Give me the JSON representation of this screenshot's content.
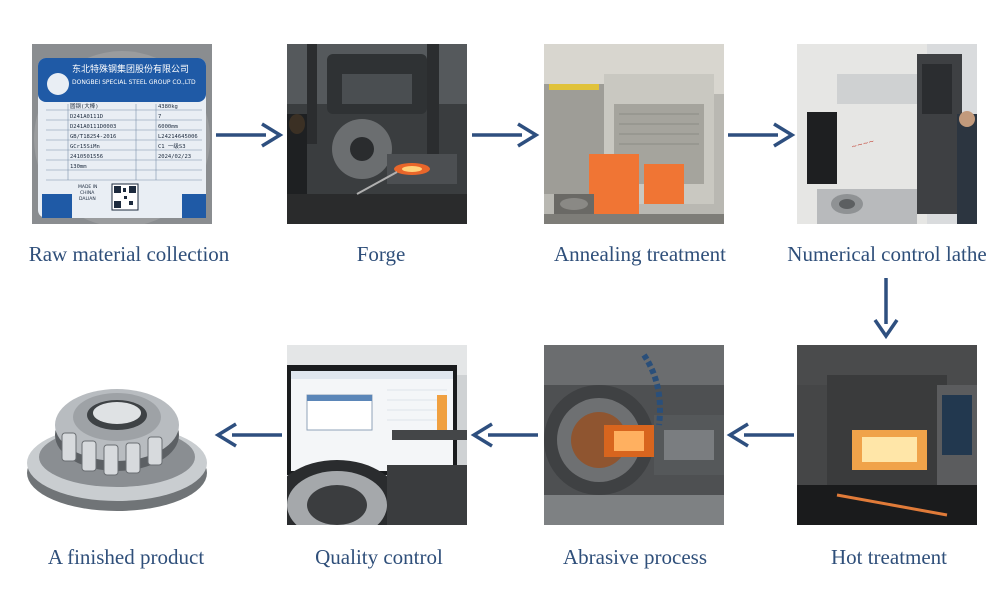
{
  "colors": {
    "arrow": "#2e4f7f",
    "caption": "#2f4f7a"
  },
  "steps": [
    {
      "label": "Raw material collection",
      "icon": "steel-bar-tag-photo",
      "tag": {
        "company_cn": "东北特殊钢集团股份有限公司",
        "company_en": "DONGBEI SPECIAL STEEL GROUP CO.,LTD",
        "name": "圆钢(大棒)",
        "weight": "4380kg",
        "contract": "D241A0111D",
        "pieces": "7",
        "batch": "D241A0111D0003",
        "length": "6000mm",
        "standard": "GB/T18254-2016",
        "heat": "L24214645006",
        "grade": "GCr15SiMn",
        "state": "C1  一级S3",
        "code": "2410501556",
        "date": "2024/02/23",
        "size": "130mm",
        "origin_1": "MADE IN",
        "origin_2": "CHINA",
        "origin_3": "DALIAN"
      }
    },
    {
      "label": "Forge",
      "icon": "forging-press-photo"
    },
    {
      "label": "Annealing treatment",
      "icon": "annealing-furnace-photo"
    },
    {
      "label": "Numerical control lathe",
      "icon": "cnc-lathe-photo"
    },
    {
      "label": "Hot treatment",
      "icon": "heat-treatment-furnace-photo"
    },
    {
      "label": "Abrasive process",
      "icon": "grinding-machine-photo"
    },
    {
      "label": "Quality control",
      "icon": "inspection-monitor-photo"
    },
    {
      "label": "A finished product",
      "icon": "tapered-roller-bearing-photo"
    }
  ]
}
